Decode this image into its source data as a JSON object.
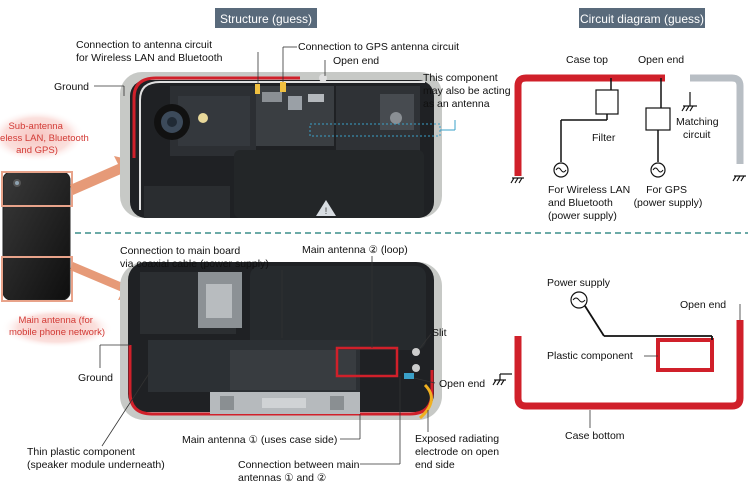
{
  "header": {
    "structure_title": "Structure (guess)",
    "circuit_title": "Circuit diagram (guess)"
  },
  "top_structure": {
    "conn_antenna_line1": "Connection to antenna circuit",
    "conn_antenna_line2": "for Wireless LAN and Bluetooth",
    "conn_gps": "Connection to GPS antenna circuit",
    "open_end": "Open end",
    "ground": "Ground",
    "component_line1": "This component",
    "component_line2": "may also be acting",
    "component_line3": "as an antenna"
  },
  "sub_antenna": {
    "line1": "Sub-antenna",
    "line2": "(Wireless LAN, Bluetooth",
    "line3": "and GPS)"
  },
  "main_antenna": {
    "line1": "Main antenna (for",
    "line2": "mobile phone network)"
  },
  "bottom_structure": {
    "conn_main_line1": "Connection to main board",
    "conn_main_line2": "via coaxial cable (power supply)",
    "main_antenna_2": "Main antenna ② (loop)",
    "slit": "Slit",
    "ground": "Ground",
    "open_end": "Open end",
    "main_antenna_1": "Main antenna ① (uses case side)",
    "thin_plastic_line1": "Thin plastic component",
    "thin_plastic_line2": "(speaker module underneath)",
    "conn_between_line1": "Connection between main",
    "conn_between_line2": "antennas ① and ②",
    "exposed_line1": "Exposed radiating",
    "exposed_line2": "electrode on open",
    "exposed_line3": "end side"
  },
  "top_circuit": {
    "case_top": "Case top",
    "open_end": "Open end",
    "filter": "Filter",
    "matching_line1": "Matching",
    "matching_line2": "circuit",
    "wlan_line1": "For Wireless LAN",
    "wlan_line2": "and Bluetooth",
    "wlan_line3": "(power supply)",
    "gps_line1": "For GPS",
    "gps_line2": "(power supply)"
  },
  "bottom_circuit": {
    "power_supply": "Power supply",
    "open_end": "Open end",
    "plastic_component": "Plastic component",
    "case_bottom": "Case bottom"
  },
  "colors": {
    "antenna_red": "#d0202a",
    "case_gray": "#b8bec4",
    "header_bg": "#596a7b",
    "callout_red": "#d23a35",
    "arrow_salmon": "#e69a78",
    "divider_teal": "#3b8d8a",
    "guide_cyan": "#3aa0c8"
  }
}
